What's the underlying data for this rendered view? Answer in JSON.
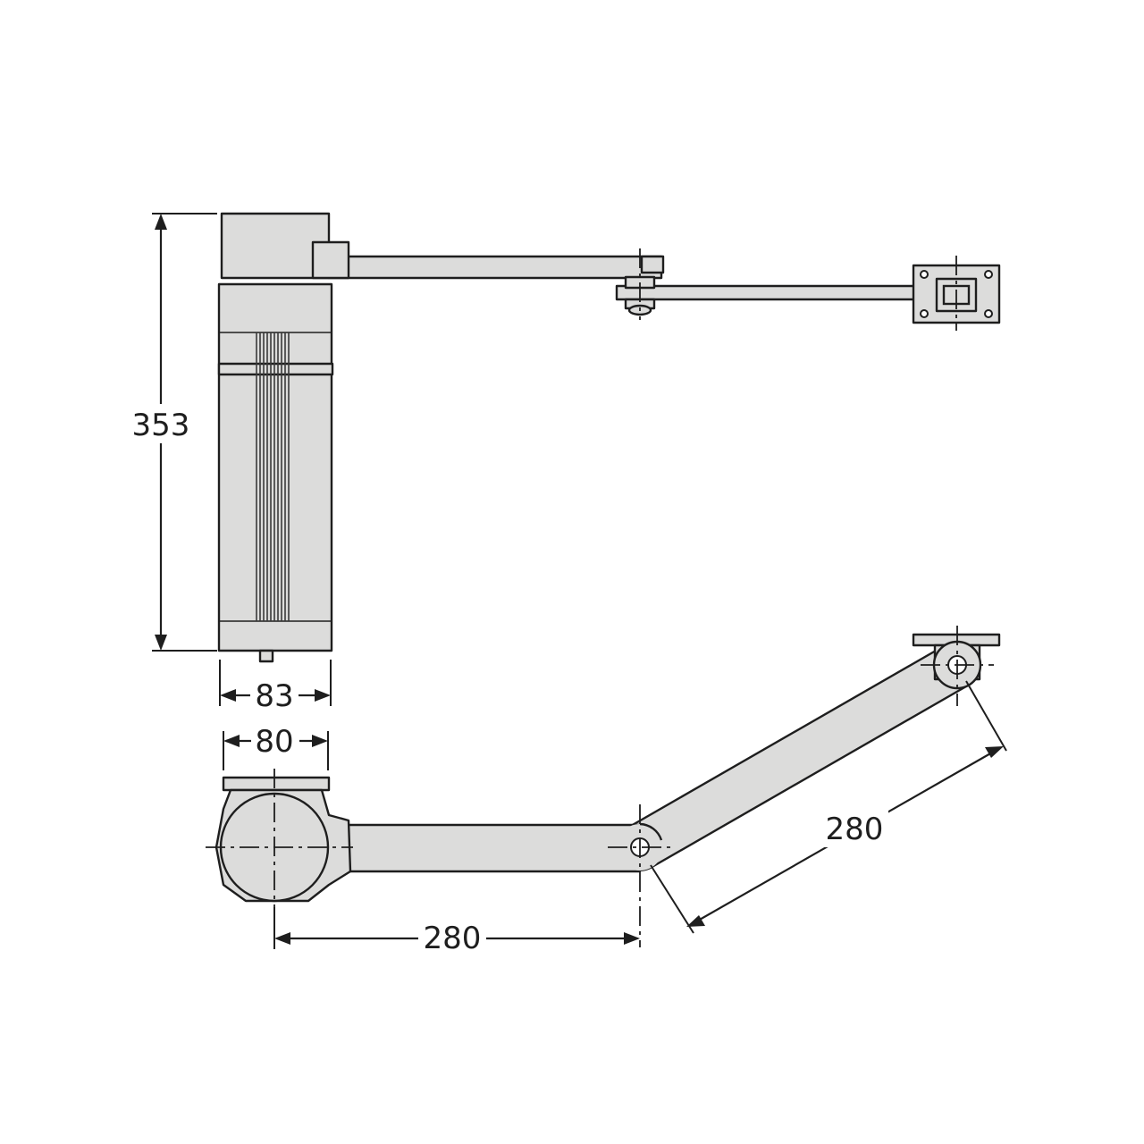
{
  "dimensions": {
    "height": "353",
    "body_width_side": "83",
    "body_width_top": "80",
    "arm_length_straight": "280",
    "arm_length_angled": "280"
  },
  "colors": {
    "fill": "#dcdcdb",
    "stroke": "#1e1e1e",
    "background": "#ffffff"
  }
}
